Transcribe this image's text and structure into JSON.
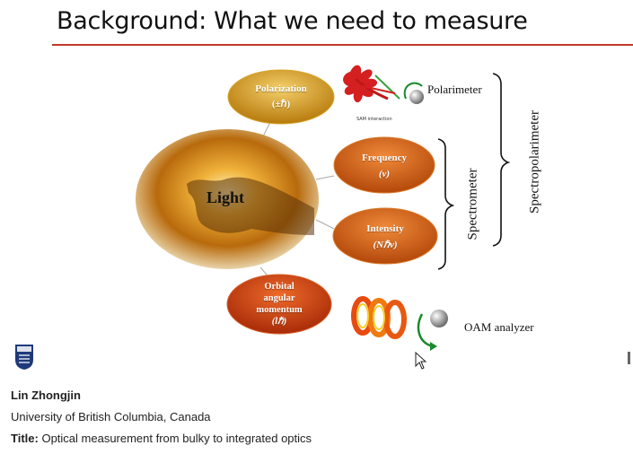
{
  "slide": {
    "title": "Background: What we need to measure",
    "center_label": "Light",
    "nodes": [
      {
        "id": "polarization",
        "lines": [
          "Polarization",
          "(±ℏ)"
        ]
      },
      {
        "id": "frequency",
        "lines": [
          "Frequency",
          "(ν)"
        ]
      },
      {
        "id": "intensity",
        "lines": [
          "Intensity",
          "(Nℏν)"
        ]
      },
      {
        "id": "oam",
        "lines": [
          "Orbital",
          "angular",
          "momentum",
          "(lℏ)"
        ]
      }
    ],
    "instruments": {
      "polarimeter": "Polarimeter",
      "sam_caption": "SAM interaction",
      "oam_analyzer": "OAM analyzer",
      "spectrometer": "Spectrometer",
      "spectropolarimeter": "Spectropolarimeter"
    },
    "colors": {
      "accent_rule": "#c0392b",
      "node_gold": "#c98a12",
      "node_orange": "#c8500c",
      "node_red": "#b8320a"
    }
  },
  "presenter": {
    "name": "Lin Zhongjin",
    "affiliation": "University of British Columbia, Canada",
    "title_key": "Title:",
    "title_value": "Optical measurement from bulky to integrated optics"
  }
}
